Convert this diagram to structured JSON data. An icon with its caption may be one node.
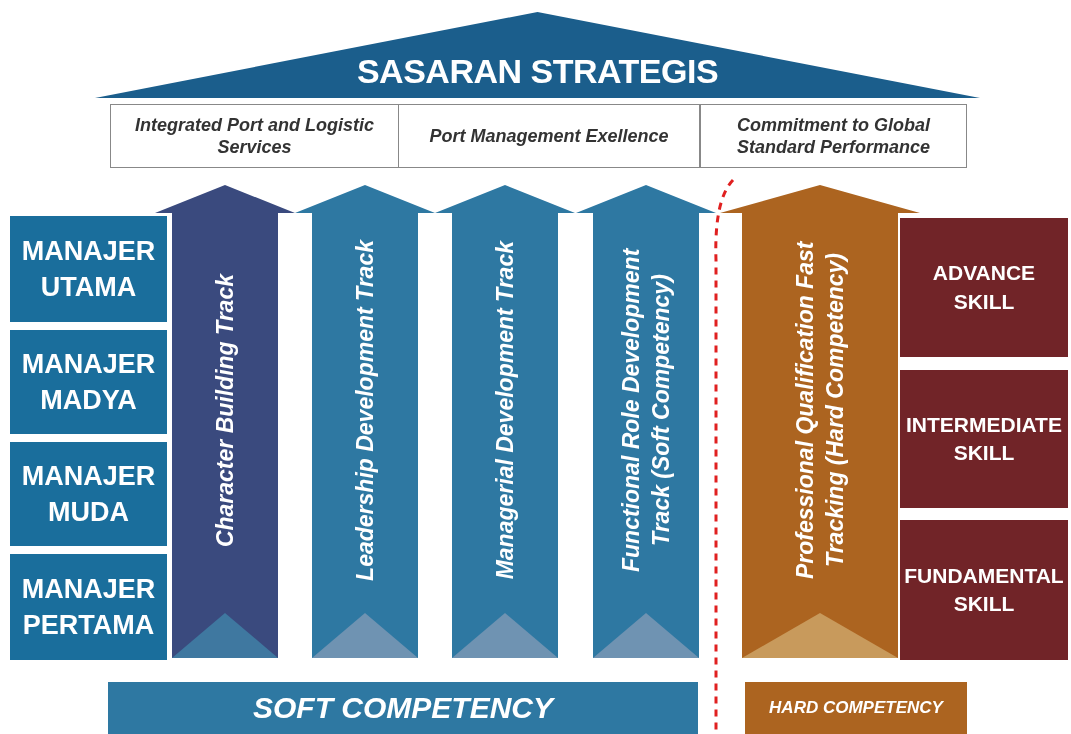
{
  "diagram": {
    "nodes": [
      {
        "text": [
          "SASARAN STRATEGIS"
        ]
      },
      {
        "text": [
          "Integrated Port and Logistic Services"
        ]
      },
      {
        "text": [
          "Port Management Exellence"
        ]
      },
      {
        "text": [
          "Commitment to Global Standard Performance"
        ]
      },
      {
        "text": [
          "MANAJER UTAMA"
        ]
      },
      {
        "text": [
          "MANAJER MADYA"
        ]
      },
      {
        "text": [
          "MANAJER MUDA"
        ]
      },
      {
        "text": [
          "MANAJER PERTAMA"
        ]
      },
      {
        "text": [
          "Character Building Track"
        ]
      },
      {
        "text": [
          "Leadership Development Track"
        ]
      },
      {
        "text": [
          "Managerial Development Track"
        ]
      },
      {
        "text": [
          "Functional Role Development Track (Soft Competency)"
        ]
      },
      {
        "text": [
          "Professional Qualification Fast Tracking (Hard Competency)"
        ]
      },
      {
        "text": [
          "ADVANCE SKILL"
        ]
      },
      {
        "text": [
          "INTERMEDIATE SKILL"
        ]
      },
      {
        "text": [
          "FUNDAMENTAL SKILL"
        ]
      },
      {
        "text": [
          "SOFT COMPETENCY"
        ]
      },
      {
        "text": [
          "HARD COMPETENCY"
        ]
      }
    ]
  }
}
